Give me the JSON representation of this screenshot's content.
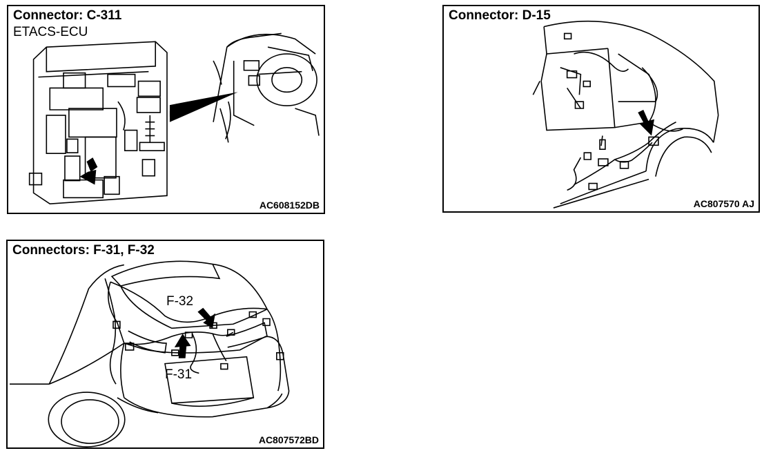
{
  "panels": [
    {
      "title": "Connector: C-311",
      "subtitle": "ETACS-ECU",
      "code": "AC608152DB"
    },
    {
      "title": "Connector: D-15",
      "code": "AC807570 AJ"
    },
    {
      "title": "Connectors: F-31, F-32",
      "code": "AC807572BD",
      "callouts": [
        "F-32",
        "F-31"
      ]
    }
  ],
  "colors": {
    "line": "#000000",
    "background": "#ffffff"
  }
}
